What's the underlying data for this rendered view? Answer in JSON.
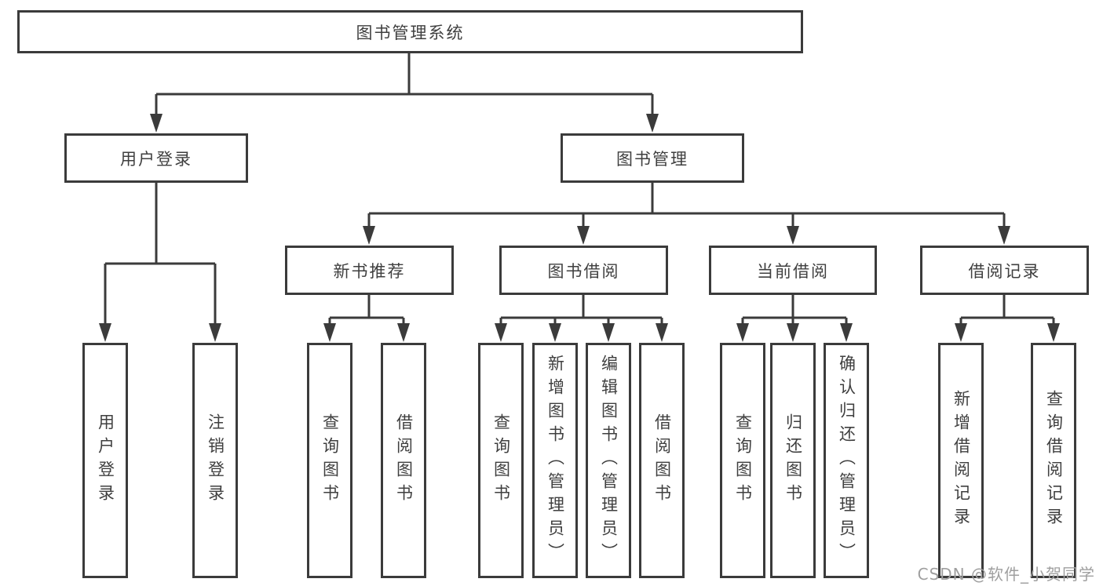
{
  "diagram_type": "hierarchy-tree",
  "colors": {
    "line": "#3b3b3b",
    "box_border": "#3b3b3b",
    "text": "#3f3f3f",
    "watermark": "#9f9f9f",
    "background": "#ffffff"
  },
  "nodes": {
    "root": {
      "label": "图书管理系统"
    },
    "user_login": {
      "label": "用户登录",
      "children": [
        {
          "label": "用户登录"
        },
        {
          "label": "注销登录"
        }
      ]
    },
    "book_management": {
      "label": "图书管理",
      "children": [
        {
          "label": "新书推荐",
          "children": [
            {
              "label": "查询图书"
            },
            {
              "label": "借阅图书"
            }
          ]
        },
        {
          "label": "图书借阅",
          "children": [
            {
              "label": "查询图书"
            },
            {
              "label": "新增图书（管理员）"
            },
            {
              "label": "编辑图书（管理员）"
            },
            {
              "label": "借阅图书"
            }
          ]
        },
        {
          "label": "当前借阅",
          "children": [
            {
              "label": "查询图书"
            },
            {
              "label": "归还图书"
            },
            {
              "label": "确认归还（管理员）"
            }
          ]
        },
        {
          "label": "借阅记录",
          "children": [
            {
              "label": "新增借阅记录"
            },
            {
              "label": "查询借阅记录"
            }
          ]
        }
      ]
    }
  },
  "watermark": "CSDN @软件_小贺同学"
}
